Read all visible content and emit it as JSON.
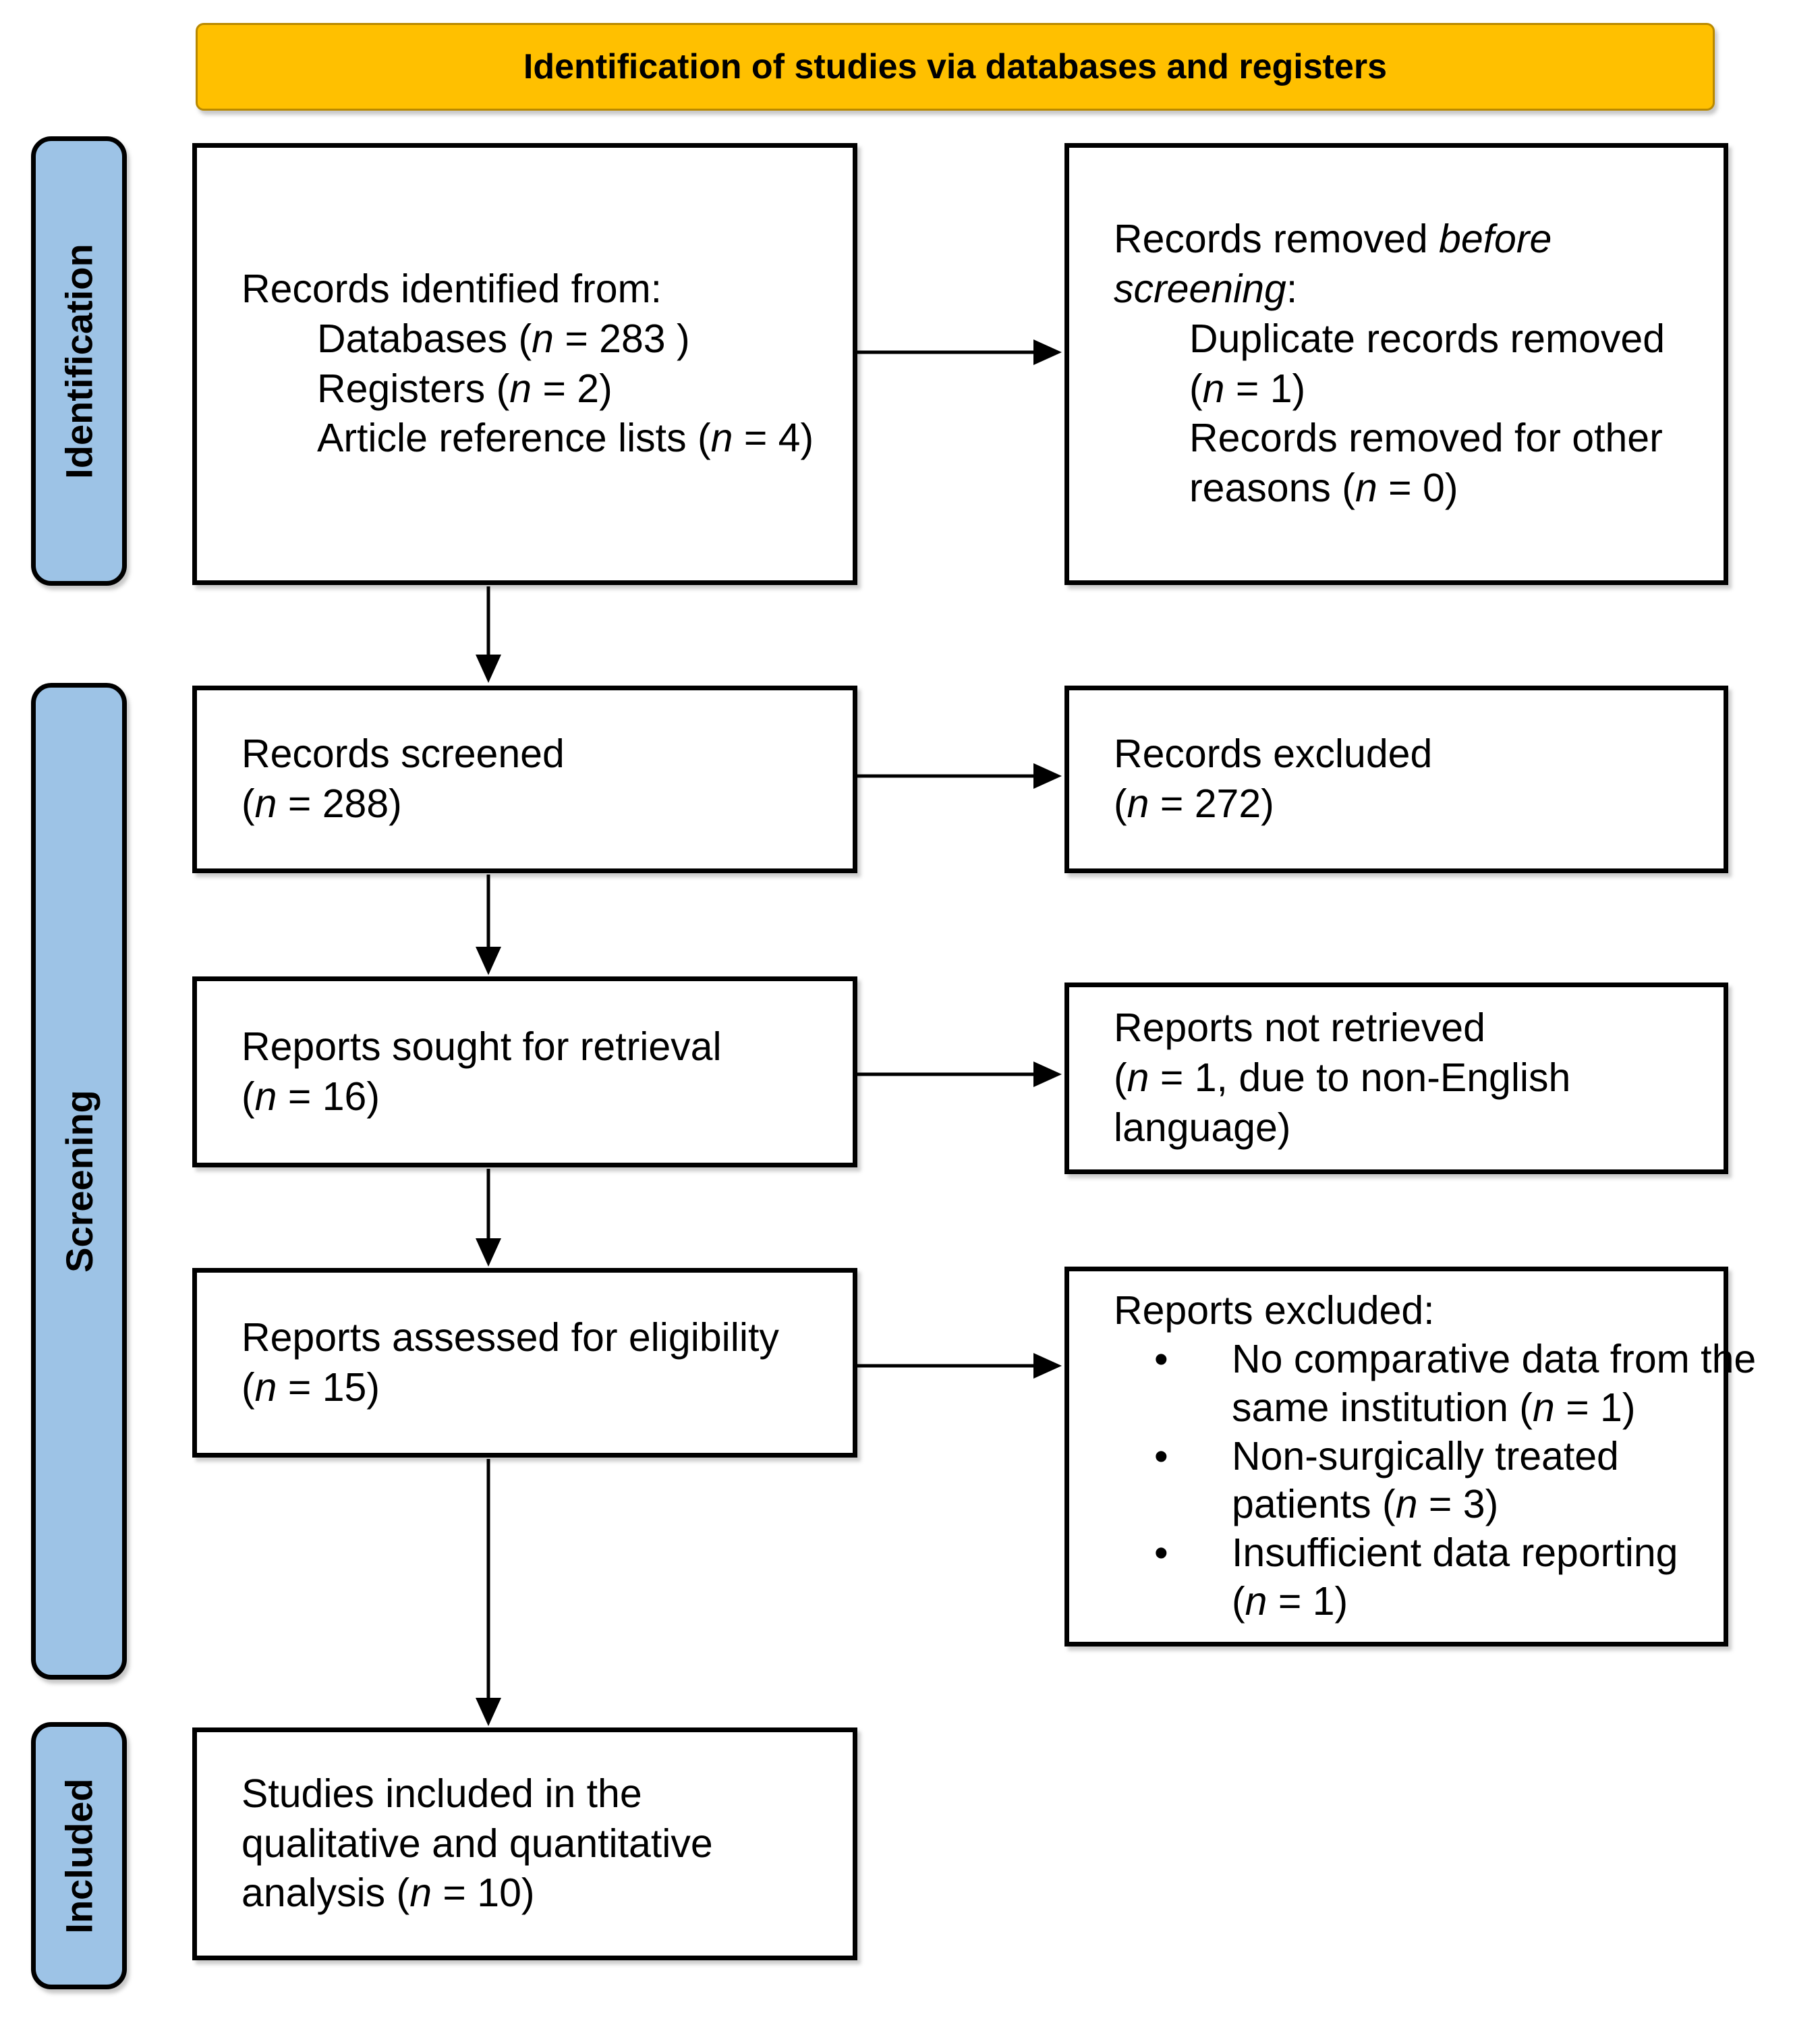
{
  "banner": {
    "label": "Identification of studies via databases and registers"
  },
  "colors": {
    "banner_bg": "#FFC000",
    "sidebar_bg": "#9DC3E6",
    "box_bg": "#FFFFFF",
    "border": "#000000",
    "text": "#000000"
  },
  "glyphs": {
    "bullet": "•"
  },
  "sidebar": {
    "items": [
      {
        "id": "identification",
        "label": "Identification"
      },
      {
        "id": "screening",
        "label": "Screening"
      },
      {
        "id": "included",
        "label": "Included"
      }
    ]
  },
  "flow": {
    "records_identified": {
      "lines": [
        {
          "segments": [
            {
              "t": "Records identified from:"
            }
          ]
        },
        {
          "indent": "l1",
          "segments": [
            {
              "t": "Databases ("
            },
            {
              "t": "n",
              "i": true
            },
            {
              "t": " = 283 )"
            }
          ]
        },
        {
          "indent": "l1",
          "segments": [
            {
              "t": "Registers ("
            },
            {
              "t": "n",
              "i": true
            },
            {
              "t": " = 2)"
            }
          ]
        },
        {
          "indent": "l1",
          "segments": [
            {
              "t": "Article reference lists ("
            },
            {
              "t": "n",
              "i": true
            },
            {
              "t": " = 4)"
            }
          ]
        }
      ]
    },
    "records_removed": {
      "lines": [
        {
          "segments": [
            {
              "t": "Records removed "
            },
            {
              "t": "before",
              "i": true
            }
          ]
        },
        {
          "segments": [
            {
              "t": "screening",
              "i": true
            },
            {
              "t": ":"
            }
          ]
        },
        {
          "indent": "l1",
          "segments": [
            {
              "t": "Duplicate records removed"
            }
          ]
        },
        {
          "indent": "l1",
          "segments": [
            {
              "t": "("
            },
            {
              "t": "n",
              "i": true
            },
            {
              "t": " = 1)"
            }
          ]
        },
        {
          "indent": "l1",
          "segments": [
            {
              "t": "Records removed for other"
            }
          ]
        },
        {
          "indent": "l1",
          "segments": [
            {
              "t": "reasons ("
            },
            {
              "t": "n",
              "i": true
            },
            {
              "t": " = 0)"
            }
          ]
        }
      ]
    },
    "records_screened": {
      "lines": [
        {
          "segments": [
            {
              "t": "Records screened"
            }
          ]
        },
        {
          "segments": [
            {
              "t": "("
            },
            {
              "t": "n",
              "i": true
            },
            {
              "t": " = 288)"
            }
          ]
        }
      ]
    },
    "records_excluded": {
      "lines": [
        {
          "segments": [
            {
              "t": "Records excluded"
            }
          ]
        },
        {
          "segments": [
            {
              "t": "("
            },
            {
              "t": "n",
              "i": true
            },
            {
              "t": " = 272)"
            }
          ]
        }
      ]
    },
    "reports_sought": {
      "lines": [
        {
          "segments": [
            {
              "t": "Reports sought for retrieval"
            }
          ]
        },
        {
          "segments": [
            {
              "t": "("
            },
            {
              "t": "n",
              "i": true
            },
            {
              "t": " = 16)"
            }
          ]
        }
      ]
    },
    "reports_not_retrieved": {
      "lines": [
        {
          "segments": [
            {
              "t": "Reports not retrieved"
            }
          ]
        },
        {
          "segments": [
            {
              "t": "("
            },
            {
              "t": "n",
              "i": true
            },
            {
              "t": " = 1, due to non-English"
            }
          ]
        },
        {
          "segments": [
            {
              "t": "language)"
            }
          ]
        }
      ]
    },
    "reports_assessed": {
      "lines": [
        {
          "segments": [
            {
              "t": "Reports assessed for eligibility"
            }
          ]
        },
        {
          "segments": [
            {
              "t": "("
            },
            {
              "t": "n",
              "i": true
            },
            {
              "t": " = 15)"
            }
          ]
        }
      ]
    },
    "reports_excluded": {
      "lines": [
        {
          "segments": [
            {
              "t": "Reports excluded:"
            }
          ]
        },
        {
          "bullet": true,
          "segments": [
            {
              "t": "No comparative data from the"
            }
          ]
        },
        {
          "indent": "hang",
          "segments": [
            {
              "t": "same institution ("
            },
            {
              "t": "n",
              "i": true
            },
            {
              "t": " = 1)"
            }
          ]
        },
        {
          "bullet": true,
          "segments": [
            {
              "t": "Non-surgically treated"
            }
          ]
        },
        {
          "indent": "hang",
          "segments": [
            {
              "t": "patients ("
            },
            {
              "t": "n",
              "i": true
            },
            {
              "t": " = 3)"
            }
          ]
        },
        {
          "bullet": true,
          "segments": [
            {
              "t": "Insufficient data reporting"
            }
          ]
        },
        {
          "indent": "hang",
          "segments": [
            {
              "t": "("
            },
            {
              "t": "n",
              "i": true
            },
            {
              "t": " = 1)"
            }
          ]
        }
      ]
    },
    "studies_included": {
      "lines": [
        {
          "segments": [
            {
              "t": "Studies included in the"
            }
          ]
        },
        {
          "segments": [
            {
              "t": "qualitative and quantitative"
            }
          ]
        },
        {
          "segments": [
            {
              "t": "analysis ("
            },
            {
              "t": "n",
              "i": true
            },
            {
              "t": " = 10)"
            }
          ]
        }
      ]
    }
  }
}
